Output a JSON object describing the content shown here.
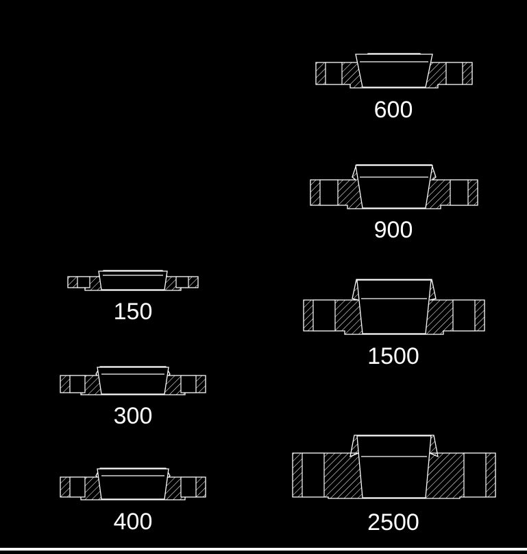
{
  "colors": {
    "background": "#000000",
    "stroke": "#ffffff"
  },
  "flanges": [
    {
      "class_label": "600"
    },
    {
      "class_label": "900"
    },
    {
      "class_label": "1500"
    },
    {
      "class_label": "2500"
    },
    {
      "class_label": "150"
    },
    {
      "class_label": "300"
    },
    {
      "class_label": "400"
    }
  ]
}
